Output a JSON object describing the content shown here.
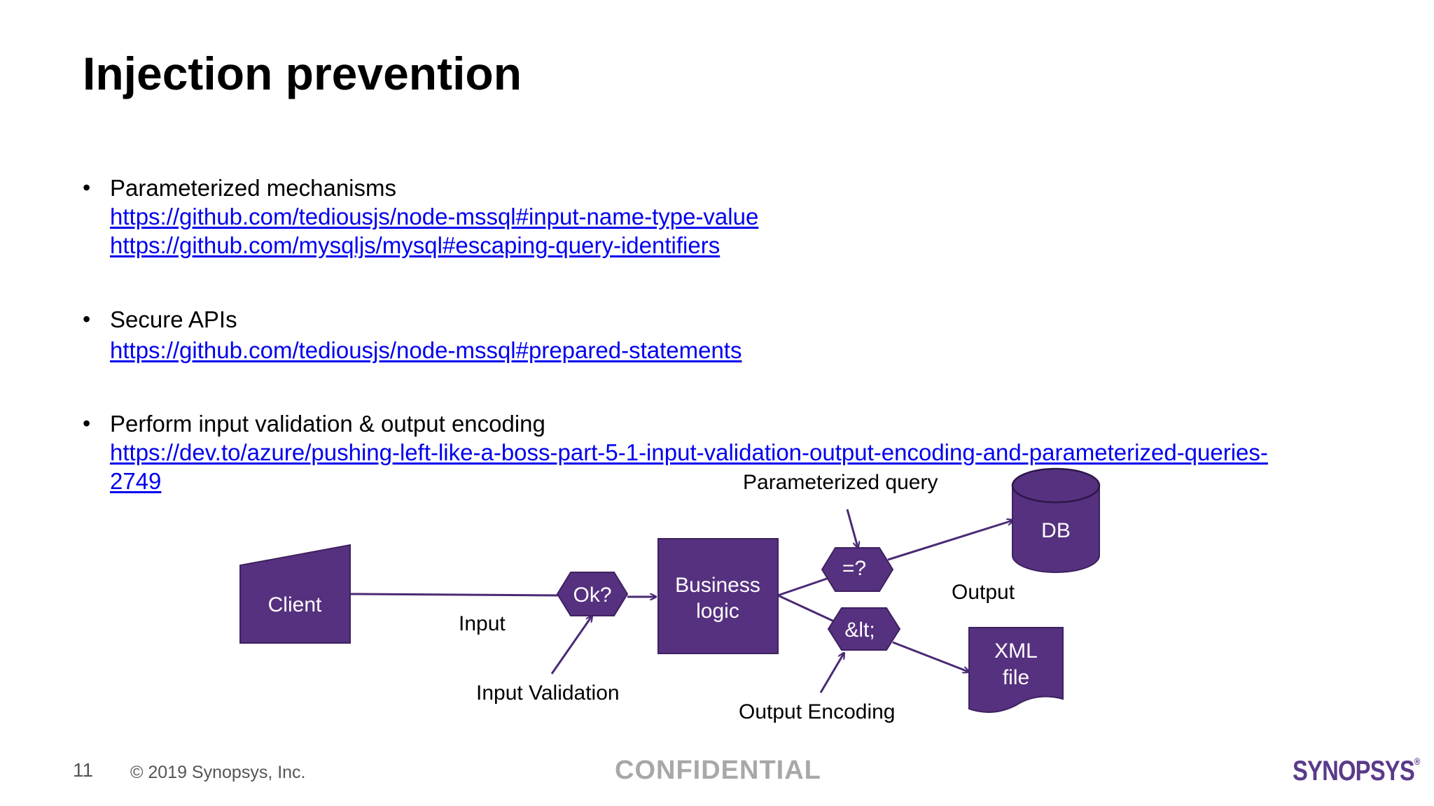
{
  "slide": {
    "title": "Injection prevention"
  },
  "bullets": [
    {
      "heading": "Parameterized mechanisms",
      "links": [
        "https://github.com/tediousjs/node-mssql#input-name-type-value",
        "https://github.com/mysqljs/mysql#escaping-query-identifiers"
      ]
    },
    {
      "heading": "Secure APIs",
      "links": [
        "https://github.com/tediousjs/node-mssql#prepared-statements"
      ]
    },
    {
      "heading": "Perform input validation & output encoding",
      "links": [
        "https://dev.to/azure/pushing-left-like-a-boss-part-5-1-input-validation-output-encoding-and-parameterized-queries-",
        "2749"
      ]
    }
  ],
  "diagram": {
    "nodes": {
      "client": "Client",
      "ok": "Ok?",
      "business_line1": "Business",
      "business_line2": "logic",
      "param": "=?",
      "encode": "&lt;",
      "db": "DB",
      "xml_line1": "XML",
      "xml_line2": "file"
    },
    "labels": {
      "input": "Input",
      "input_validation": "Input Validation",
      "parameterized_query": "Parameterized query",
      "output": "Output",
      "output_encoding": "Output Encoding"
    },
    "colors": {
      "node_fill": "#56317f",
      "node_stroke": "#3f2160",
      "arrow": "#4a2a75"
    }
  },
  "footer": {
    "page_number": "11",
    "copyright": "© 2019 Synopsys, Inc.",
    "confidential": "CONFIDENTIAL",
    "logo_text": "SYNOPSYS",
    "logo_mark": "®"
  }
}
